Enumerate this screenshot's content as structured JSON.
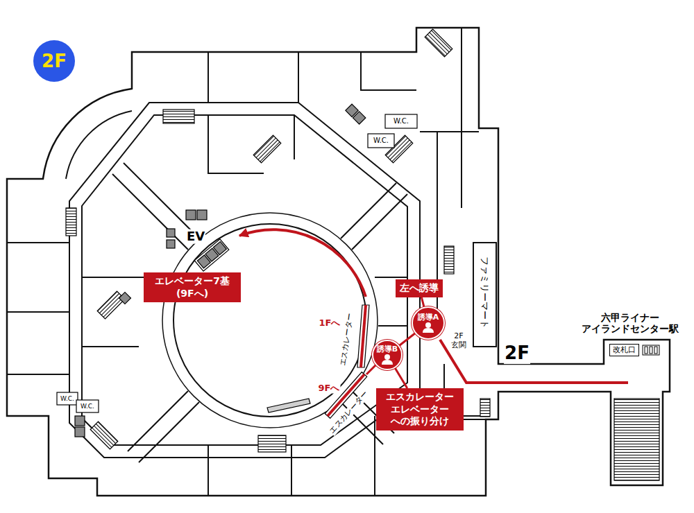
{
  "diagram": {
    "nodes": [
      {
        "text": [
          "2F"
        ]
      },
      {
        "text": [
          "エレベーター7基 (9Fへ)"
        ]
      },
      {
        "text": [
          "左へ誘導"
        ]
      },
      {
        "text": [
          "誘導A"
        ]
      },
      {
        "text": [
          "改札口"
        ]
      },
      {
        "text": [
          "誘導B"
        ]
      },
      {
        "text": [
          "エスカレーター エレベーター への振り分け"
        ]
      }
    ],
    "edges": [
      {
        "from": 2,
        "to": 3,
        "arrow": "none"
      },
      {
        "from": 3,
        "to": 5,
        "arrow": "none"
      },
      {
        "from": 5,
        "to": 6,
        "arrow": "none"
      }
    ],
    "labels": [
      "W.C.",
      "W.C.",
      "EV",
      "ファミリーマート",
      "六甲ライナー アイランドセンター駅",
      "1Fへ",
      "エスカレーター",
      "2F 玄関",
      "2F",
      "9Fへ",
      "W.C.",
      "W.C.",
      "エスカレーター"
    ]
  }
}
